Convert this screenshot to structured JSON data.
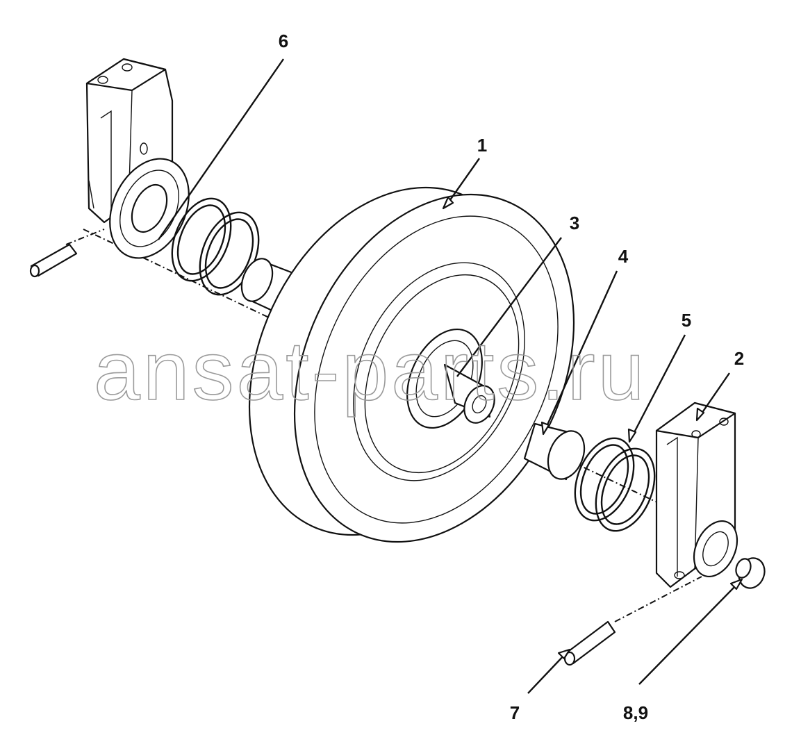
{
  "watermark": "ansat-parts.ru",
  "callouts": {
    "wheel": "1",
    "bracket_right": "2",
    "shaft": "3",
    "bushing": "4",
    "seal_right": "5",
    "seal_left": "6",
    "pin": "7",
    "plug": "8,9"
  }
}
